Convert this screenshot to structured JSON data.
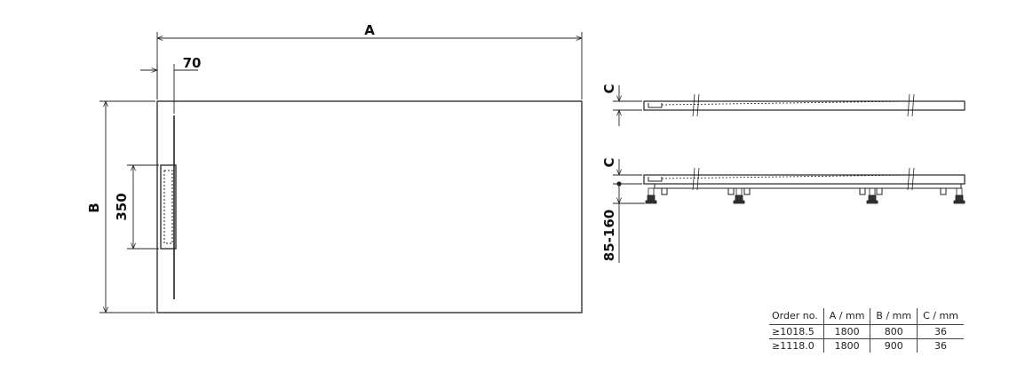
{
  "plan_view": {
    "dim_a": "A",
    "dim_b": "B",
    "dim_70": "70",
    "dim_350": "350"
  },
  "side_view_top": {
    "dim_c": "C"
  },
  "side_view_bottom": {
    "dim_c": "C",
    "dim_height": "85-160"
  },
  "table": {
    "headers": [
      "Order no.",
      "A / mm",
      "B / mm",
      "C / mm"
    ],
    "rows": [
      [
        "≥1018.5",
        "1800",
        "800",
        "36"
      ],
      [
        "≥1118.0",
        "1800",
        "900",
        "36"
      ]
    ]
  }
}
